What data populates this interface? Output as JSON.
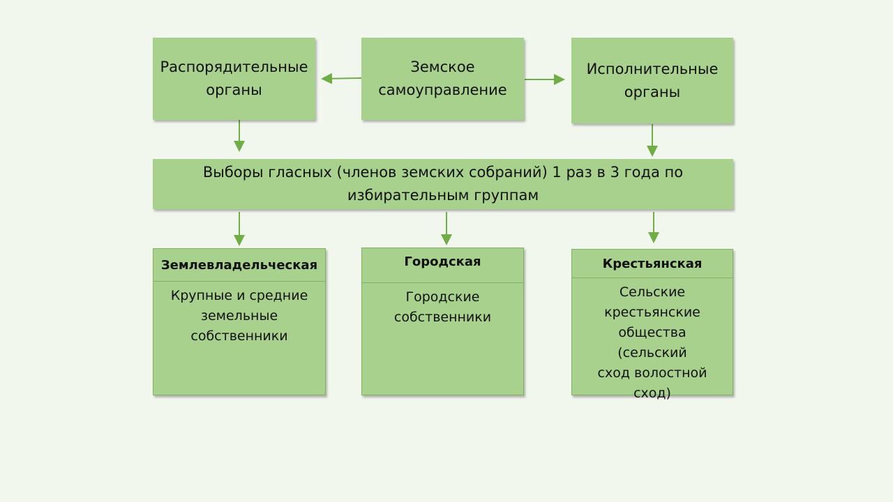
{
  "boxes": {
    "left": "Распорядительные\nорганы",
    "center": "Земское\nсамоуправление",
    "right": "Исполнительные\nорганы",
    "elections": "Выборы гласных (членов земских собраний) 1 раз в 3 года по\nизбирательным группам"
  },
  "groups": [
    {
      "title": "Землевладельческая",
      "body": "Крупные и средние\nземельные\nсобственники"
    },
    {
      "title": "Городская",
      "body": "Городские\nсобственники"
    },
    {
      "title": "Крестьянская",
      "body": "Сельские\nкрестьянские\nобщества (сельский\nсход  волостной\nсход)"
    }
  ],
  "colors": {
    "box_fill": "#a9d18e",
    "arrow": "#70ad47",
    "background": "#f2f7ee"
  }
}
